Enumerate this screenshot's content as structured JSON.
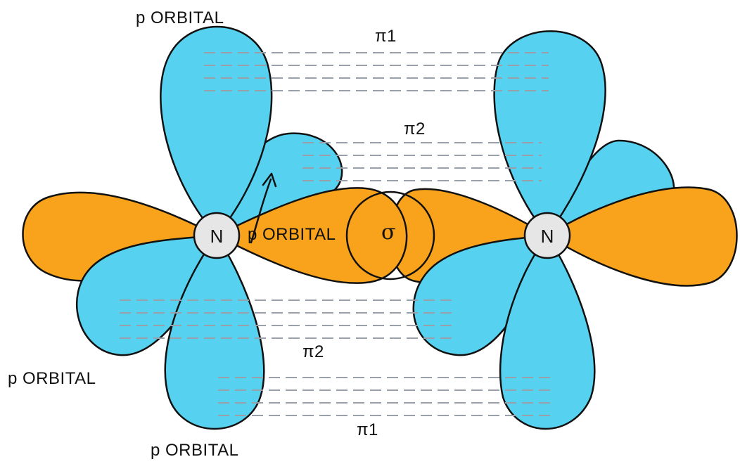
{
  "colors": {
    "p_lobe": "#56d2f0",
    "sp_lobe": "#f9a21b",
    "nucleus": "#e6e6e6",
    "outline": "#111111",
    "dash": "#9aa0aa"
  },
  "atoms": [
    {
      "symbol": "N"
    },
    {
      "symbol": "N"
    }
  ],
  "bonds": {
    "sigma_symbol": "σ",
    "pi_top": "π1",
    "pi_upper": "π2",
    "pi_lower": "π2",
    "pi_bottom": "π1"
  },
  "labels": {
    "p_orbital_top": "p ORBITAL",
    "p_orbital_middle": "p ORBITAL",
    "p_orbital_left": "p ORBITAL",
    "p_orbital_bottom": "p ORBITAL"
  }
}
